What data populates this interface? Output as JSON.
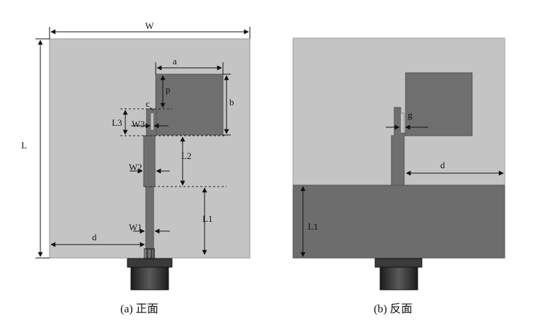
{
  "colors": {
    "substrate": "#c4c4c4",
    "metal": "#6f6f6f",
    "ground": "#6d6d6d",
    "connector": "#2e2e2e",
    "line": "#111111"
  },
  "front": {
    "caption": "(a) 正面",
    "labels": {
      "W": "W",
      "L": "L",
      "a": "a",
      "b": "b",
      "p": "p",
      "c": "c",
      "L3": "L3",
      "W3": "W3",
      "L2": "L2",
      "W2": "W2",
      "L1": "L1",
      "W1": "W1",
      "d": "d"
    }
  },
  "back": {
    "caption": "(b) 反面",
    "labels": {
      "g": "g",
      "d": "d",
      "L1": "L1"
    }
  }
}
